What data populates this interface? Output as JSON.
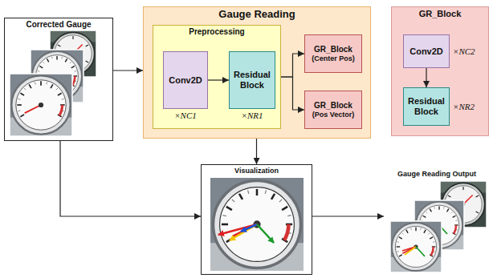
{
  "diagram": {
    "nodes": [
      {
        "text": [
          "Corrected Gauge"
        ]
      },
      {
        "text": [
          "Gauge Reading"
        ]
      },
      {
        "text": [
          "Preprocessing"
        ],
        "in": 1
      },
      {
        "text": [
          "Conv2D",
          "×NC1"
        ],
        "in": 2
      },
      {
        "text": [
          "Residual Block",
          "×NR1"
        ],
        "in": 2
      },
      {
        "text": [
          "GR_Block",
          "(Center Pos)"
        ],
        "in": 1
      },
      {
        "text": [
          "GR_Block",
          "(Pos Vector)"
        ],
        "in": 1
      },
      {
        "text": [
          "GR_Block"
        ]
      },
      {
        "text": [
          "Conv2D",
          "×NC2"
        ],
        "in": 7
      },
      {
        "text": [
          "Residual Block",
          "×NR2"
        ],
        "in": 7
      },
      {
        "text": [
          "Visualization"
        ]
      },
      {
        "text": [
          "Gauge Reading Output"
        ]
      }
    ],
    "edges": [
      {
        "from": 0,
        "to": 1,
        "arrow": "to"
      },
      {
        "from": 3,
        "to": 4,
        "arrow": "to"
      },
      {
        "from": 2,
        "to": 5,
        "arrow": "to"
      },
      {
        "from": 2,
        "to": 6,
        "arrow": "to"
      },
      {
        "from": 1,
        "to": 10,
        "arrow": "to"
      },
      {
        "from": 0,
        "to": 10,
        "arrow": "to"
      },
      {
        "from": 10,
        "to": 11,
        "arrow": "to"
      },
      {
        "from": 8,
        "to": 9,
        "arrow": "to"
      }
    ]
  }
}
